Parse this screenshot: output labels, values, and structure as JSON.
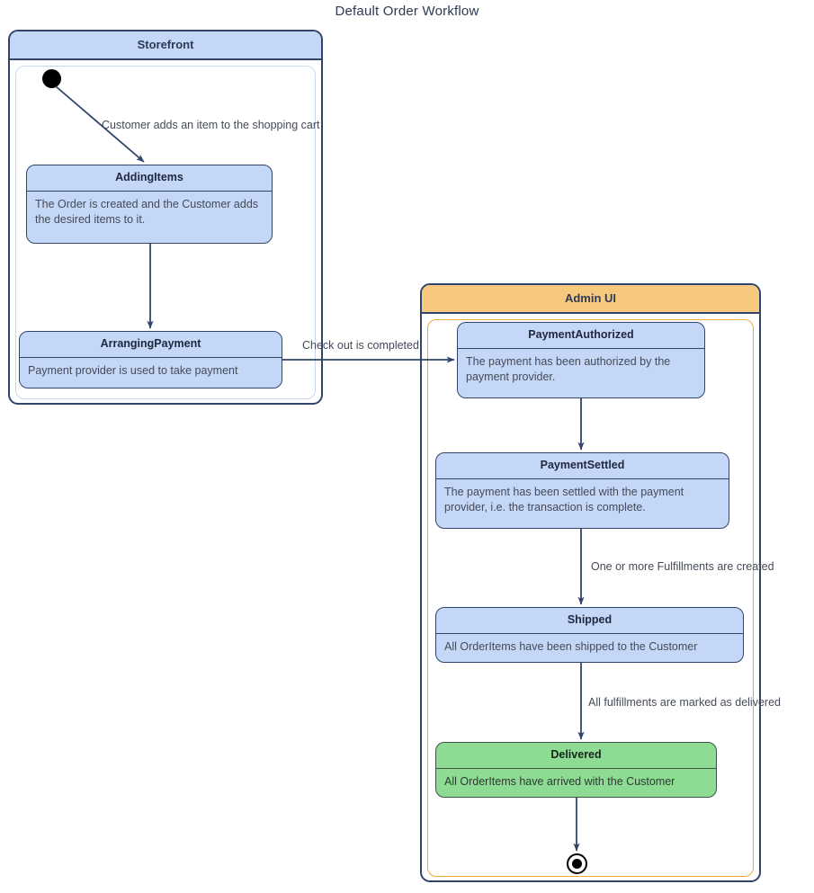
{
  "diagram": {
    "title": "Default Order Workflow",
    "type": "uml-state-machine",
    "colors": {
      "state_fill": "#c5d7f7",
      "state_border": "#31456b",
      "final_state_fill": "#8edc94",
      "storefront_header": "#c5d7f7",
      "adminui_header": "#f7c97f",
      "adminui_inner_border": "#eda93e",
      "text": "#444a58",
      "title_text": "#2d3a55",
      "arrow": "#31456b"
    }
  },
  "regions": [
    {
      "key": "storefront",
      "title": "Storefront"
    },
    {
      "key": "adminui",
      "title": "Admin UI"
    }
  ],
  "states": {
    "adding_items": {
      "name": "AddingItems",
      "description": "The Order is created and the Customer adds the desired items to it."
    },
    "arranging_payment": {
      "name": "ArrangingPayment",
      "description": "Payment provider is used to take payment"
    },
    "payment_authorized": {
      "name": "PaymentAuthorized",
      "description": "The payment has been authorized by the payment provider."
    },
    "payment_settled": {
      "name": "PaymentSettled",
      "description": "The payment has been settled with the payment provider, i.e. the transaction is complete."
    },
    "shipped": {
      "name": "Shipped",
      "description": "All OrderItems have been shipped to the Customer"
    },
    "delivered": {
      "name": "Delivered",
      "description": "All OrderItems have arrived with the Customer"
    }
  },
  "transitions": {
    "t_start_adding": {
      "label": "Customer adds an item to the shopping cart",
      "from": "initial",
      "to": "AddingItems"
    },
    "t_adding_arranging": {
      "label": "",
      "from": "AddingItems",
      "to": "ArrangingPayment"
    },
    "t_arranging_authorized": {
      "label": "Check out is completed",
      "from": "ArrangingPayment",
      "to": "PaymentAuthorized"
    },
    "t_authorized_settled": {
      "label": "",
      "from": "PaymentAuthorized",
      "to": "PaymentSettled"
    },
    "t_settled_shipped": {
      "label": "One or more Fulfillments are created",
      "from": "PaymentSettled",
      "to": "Shipped"
    },
    "t_shipped_delivered": {
      "label": "All fulfillments are marked as delivered",
      "from": "Shipped",
      "to": "Delivered"
    },
    "t_delivered_final": {
      "label": "",
      "from": "Delivered",
      "to": "final"
    }
  }
}
